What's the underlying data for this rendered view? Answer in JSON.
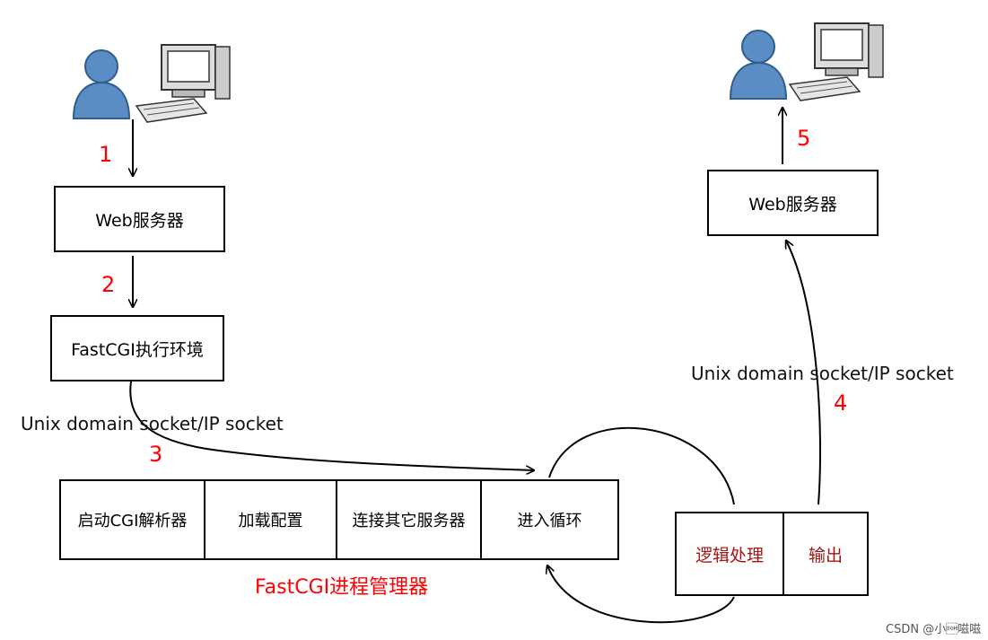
{
  "colors": {
    "line": "#000000",
    "accent_red": "#ff0000",
    "dark_red": "#a31515",
    "person_blue": "#5b8cc4"
  },
  "client_left": {
    "person_icon": "user-icon",
    "computer_icon": "desktop-computer-icon"
  },
  "client_right": {
    "person_icon": "user-icon",
    "computer_icon": "desktop-computer-icon"
  },
  "steps": {
    "s1": "1",
    "s2": "2",
    "s3": "3",
    "s4": "4",
    "s5": "5"
  },
  "web_server_left": "Web服务器",
  "web_server_right": "Web服务器",
  "fastcgi_env": "FastCGI执行环境",
  "socket_label_left": "Unix domain socket/IP socket",
  "socket_label_right": "Unix domain socket/IP socket",
  "process_manager": {
    "title": "FastCGI进程管理器",
    "cells": [
      "启动CGI解析器",
      "加载配置",
      "连接其它服务器",
      "进入循环"
    ]
  },
  "loop_box": {
    "cells": [
      "逻辑处理",
      "输出"
    ]
  },
  "watermark": "CSDN @小\u0001嗞嗞"
}
